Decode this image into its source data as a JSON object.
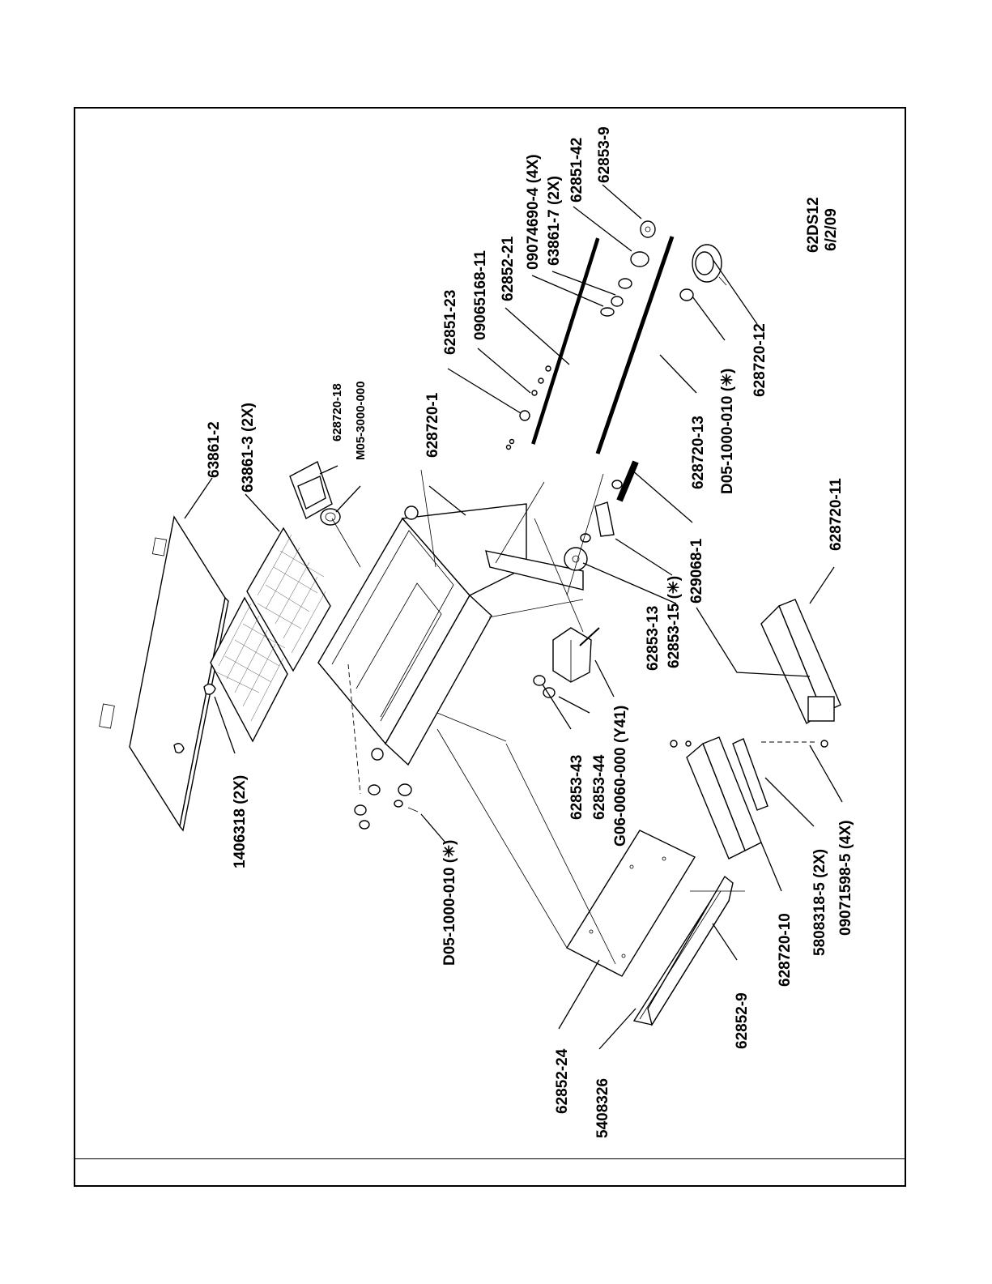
{
  "drawing": {
    "ref_code": "62DS12",
    "ref_date": "6/2/09"
  },
  "labels": [
    {
      "id": "p63861-2",
      "text": "63861-2"
    },
    {
      "id": "p63861-3",
      "text": "63861-3 (2X)"
    },
    {
      "id": "p628720-18",
      "text": "628720-18"
    },
    {
      "id": "pM05",
      "text": "M05-3000-000"
    },
    {
      "id": "p628720-1",
      "text": "628720-1"
    },
    {
      "id": "p62851-23",
      "text": "62851-23"
    },
    {
      "id": "p09065168",
      "text": "09065168-11"
    },
    {
      "id": "p62852-21",
      "text": "62852-21"
    },
    {
      "id": "p09074690",
      "text": "09074690-4 (4X)"
    },
    {
      "id": "p63861-7",
      "text": "63861-7 (2X)"
    },
    {
      "id": "p62851-42",
      "text": "62851-42"
    },
    {
      "id": "p62853-9",
      "text": "62853-9"
    },
    {
      "id": "p628720-12",
      "text": "628720-12"
    },
    {
      "id": "pD05a",
      "text": "D05-1000-010 (✳)"
    },
    {
      "id": "p628720-13",
      "text": "628720-13"
    },
    {
      "id": "p628720-11",
      "text": "628720-11"
    },
    {
      "id": "p629068-1",
      "text": "629068-1"
    },
    {
      "id": "p62853-15",
      "text": "62853-15 (✳)"
    },
    {
      "id": "p62853-13",
      "text": "62853-13"
    },
    {
      "id": "pG06",
      "text": "G06-0060-000 (Y41)"
    },
    {
      "id": "p62853-44",
      "text": "62853-44"
    },
    {
      "id": "p62853-43",
      "text": "62853-43"
    },
    {
      "id": "p1406318",
      "text": "1406318 (2X)"
    },
    {
      "id": "pD05b",
      "text": "D05-1000-010 (✳)"
    },
    {
      "id": "p09071598",
      "text": "09071598-5 (4X)"
    },
    {
      "id": "p5808318",
      "text": "5808318-5 (2X)"
    },
    {
      "id": "p628720-10",
      "text": "628720-10"
    },
    {
      "id": "p62852-9",
      "text": "62852-9"
    },
    {
      "id": "p62852-24",
      "text": "62852-24"
    },
    {
      "id": "p5408326",
      "text": "5408326"
    }
  ]
}
